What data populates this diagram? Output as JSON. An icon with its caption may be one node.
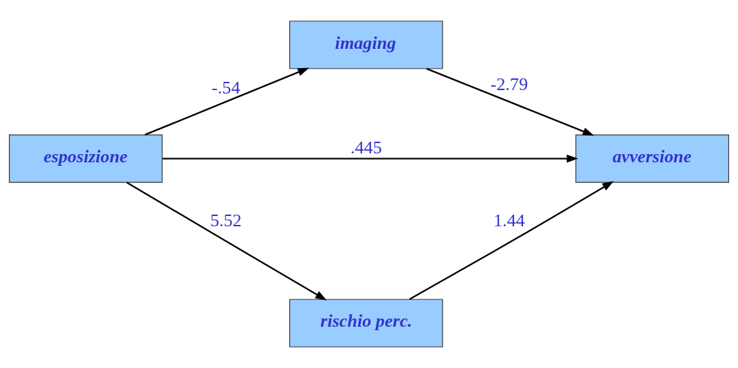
{
  "diagram": {
    "nodes": [
      {
        "text": [
          "esposizione"
        ]
      },
      {
        "text": [
          "imaging"
        ]
      },
      {
        "text": [
          "avversione"
        ]
      },
      {
        "text": [
          "rischio perc."
        ]
      }
    ],
    "edges": [
      {
        "from": 0,
        "to": 1,
        "arrow": "to",
        "label": "-.54"
      },
      {
        "from": 1,
        "to": 2,
        "arrow": "to",
        "label": "-2.79"
      },
      {
        "from": 0,
        "to": 2,
        "arrow": "to",
        "label": ".445"
      },
      {
        "from": 0,
        "to": 3,
        "arrow": "to",
        "label": "5.52"
      },
      {
        "from": 3,
        "to": 2,
        "arrow": "to",
        "label": "1.44"
      }
    ]
  }
}
